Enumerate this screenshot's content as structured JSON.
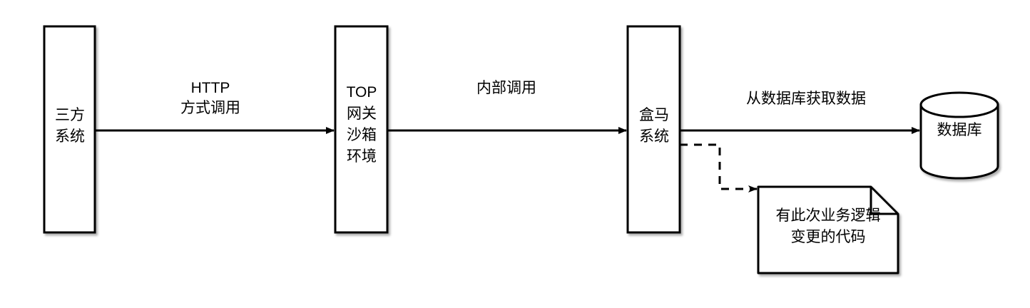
{
  "diagram": {
    "type": "flowchart",
    "background_color": "#ffffff",
    "stroke_color": "#000000",
    "fill_color": "#ffffff",
    "nodes": [
      {
        "id": "third-party-system",
        "shape": "rectangle",
        "label": "三方\n系统"
      },
      {
        "id": "top-gateway-sandbox",
        "shape": "rectangle",
        "label": "TOP\n网关\n沙箱\n环境"
      },
      {
        "id": "hema-system",
        "shape": "rectangle",
        "label": "盒马\n系统"
      },
      {
        "id": "database",
        "shape": "cylinder",
        "label": "数据库"
      },
      {
        "id": "code-note",
        "shape": "document-note",
        "label": "有此次业务逻辑\n变更的代码"
      }
    ],
    "edges": [
      {
        "id": "edge-http-call",
        "from": "third-party-system",
        "to": "top-gateway-sandbox",
        "style": "solid-arrow",
        "label": "HTTP\n方式调用"
      },
      {
        "id": "edge-internal-call",
        "from": "top-gateway-sandbox",
        "to": "hema-system",
        "style": "solid-arrow",
        "label": "内部调用"
      },
      {
        "id": "edge-fetch-from-db",
        "from": "hema-system",
        "to": "database",
        "style": "solid-arrow",
        "label": "从数据库获取数据"
      },
      {
        "id": "edge-hema-to-code-note",
        "from": "hema-system",
        "to": "code-note",
        "style": "dashed-arrow",
        "label": ""
      }
    ]
  }
}
